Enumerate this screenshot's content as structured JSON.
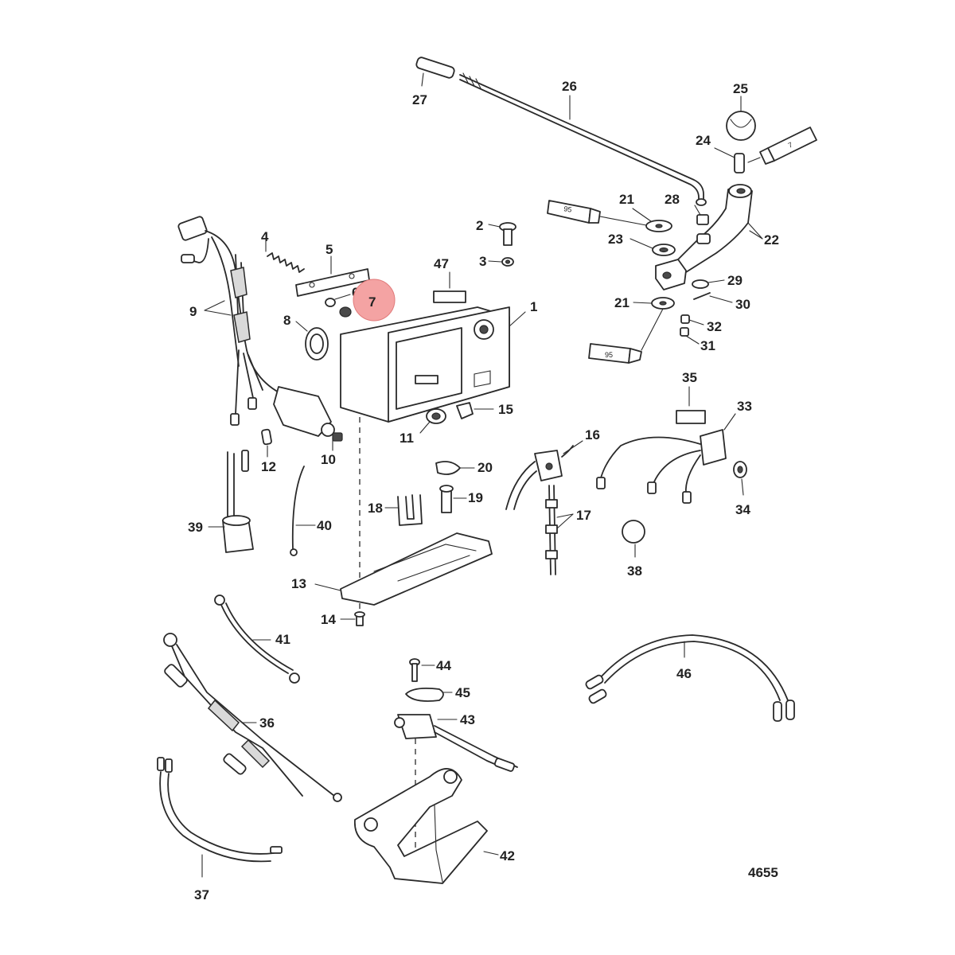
{
  "diagram": {
    "drawing_number": "4655",
    "highlight": {
      "label": "7",
      "color": "#f4a3a3"
    },
    "tube_labels": {
      "upper_left": "95",
      "lower_left": "95",
      "right": "7"
    },
    "callouts": {
      "c1": "1",
      "c2": "2",
      "c3": "3",
      "c4": "4",
      "c5": "5",
      "c6": "6",
      "c8": "8",
      "c9": "9",
      "c10": "10",
      "c11": "11",
      "c12": "12",
      "c13": "13",
      "c14": "14",
      "c15": "15",
      "c16": "16",
      "c17": "17",
      "c18": "18",
      "c19": "19",
      "c20": "20",
      "c21a": "21",
      "c21b": "21",
      "c22": "22",
      "c23": "23",
      "c24": "24",
      "c25": "25",
      "c26": "26",
      "c27": "27",
      "c28": "28",
      "c29": "29",
      "c30": "30",
      "c31": "31",
      "c32": "32",
      "c33": "33",
      "c34": "34",
      "c35": "35",
      "c36": "36",
      "c37": "37",
      "c38": "38",
      "c39": "39",
      "c40": "40",
      "c41": "41",
      "c42": "42",
      "c43": "43",
      "c44": "44",
      "c45": "45",
      "c46": "46",
      "c47": "47"
    }
  }
}
